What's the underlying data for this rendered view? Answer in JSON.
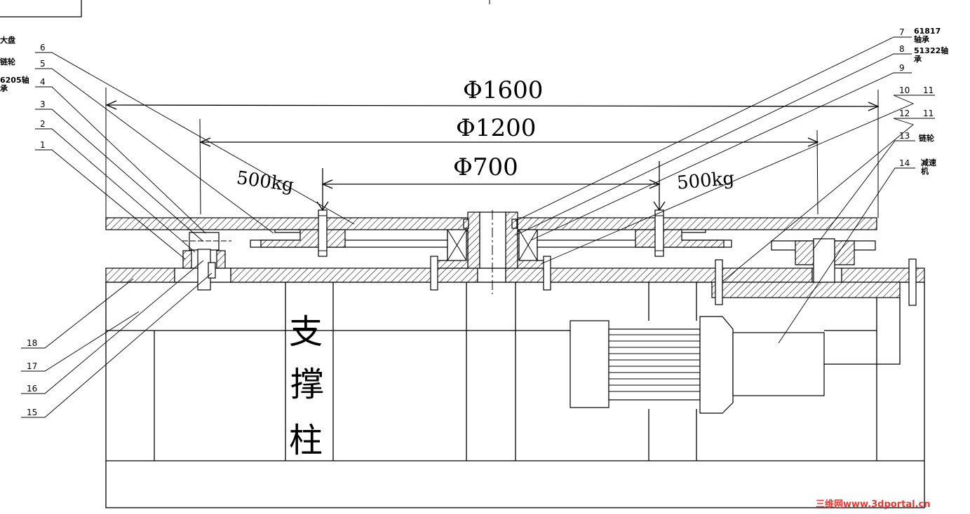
{
  "labels": {
    "left_notes": {
      "big_plate": "大盘",
      "sprocket": "链轮",
      "bearing_6205_line1": "6205轴",
      "bearing_6205_line2": "承"
    },
    "right_notes": {
      "bearing_61817_line1": "61817",
      "bearing_61817_line2": "轴承",
      "bearing_51322_line1": "51322轴",
      "bearing_51322_line2": "承",
      "sprocket_13": "链轮",
      "reducer_line1": "减速",
      "reducer_line2": "机"
    },
    "part_numbers_left": [
      "6",
      "5",
      "4",
      "3",
      "2",
      "1"
    ],
    "part_numbers_right": [
      "7",
      "8",
      "9",
      "10",
      "11",
      "12",
      "11",
      "13",
      "14"
    ],
    "part_numbers_bottom": [
      "18",
      "17",
      "16",
      "15"
    ]
  },
  "dimensions": {
    "d1600": "Φ1600",
    "d1200": "Φ1200",
    "d700": "Φ700",
    "load_left": "500kg",
    "load_right": "500kg"
  },
  "support_column": [
    "支",
    "撑",
    "柱"
  ],
  "watermark": "三维网www.3dportal.cn",
  "colors": {
    "line": "#000000",
    "background": "#ffffff",
    "watermark": "#e53935"
  }
}
